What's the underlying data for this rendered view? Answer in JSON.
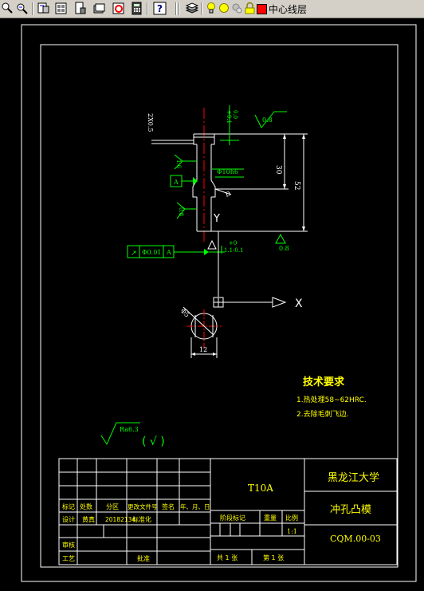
{
  "toolbar": {
    "icons": [
      "zoom-previous-icon",
      "zoom-realtime-icon",
      "properties-icon",
      "design-center-icon",
      "tool-palette-icon",
      "sheet-set-icon",
      "markup-icon",
      "calculator-icon",
      "help-icon",
      "layer-manager-icon",
      "bulb-icon",
      "sun-icon",
      "freeze-icon",
      "lock-icon",
      "color-swatch-icon"
    ],
    "layer_name": "中心线层",
    "layer_color": "#ff0000"
  },
  "drawing": {
    "axis_y": "Y",
    "axis_x": "X",
    "dims": {
      "chamfer": "2X0.5",
      "tol_top": "+0.1",
      "tol_top2": "0.0",
      "len_30": "30",
      "len_52": "52",
      "dia_shank": "Φ10h6",
      "dia_d": "D",
      "rough_08_a": "0.8",
      "rough_08_b": "0.8",
      "rough_08_c": "0.8",
      "rough_16": "1.6",
      "tol_bottom": "+0",
      "tol_bottom2": "-0.1",
      "tol_bottom3": "1.1",
      "datum": "A",
      "gdt_symbol": "↗",
      "gdt_value": "Φ0.01",
      "gdt_datum": "A",
      "dia_hole": "Φ5",
      "width_12": "12"
    },
    "notes": {
      "title": "技术要求",
      "line1": "1.热处理58~62HRC.",
      "line2": "2.去除毛刺飞边."
    },
    "roughness": {
      "value": "Ra6.3",
      "paren": "( √ )"
    }
  },
  "title_block": {
    "material": "T10A",
    "school": "黑龙江大学",
    "part_name": "冲孔凸模",
    "drawing_no": "CQM.00-03",
    "header_row": [
      "标记",
      "处数",
      "分区",
      "更改文件号",
      "签名",
      "年、月、日"
    ],
    "design_row": [
      "设计",
      "黄真",
      "20182134",
      "标准化"
    ],
    "labels": {
      "stage": "阶段标记",
      "weight": "重量",
      "scale": "比例",
      "scale_value": "1:1",
      "review": "审核",
      "process": "工艺",
      "approve": "批准",
      "sheets": "共 1 张",
      "sheet_no": "第 1 张"
    }
  },
  "colors": {
    "green": "#00ff00",
    "red": "#ff0000",
    "white": "#ffffff",
    "yellow": "#ffff00"
  }
}
